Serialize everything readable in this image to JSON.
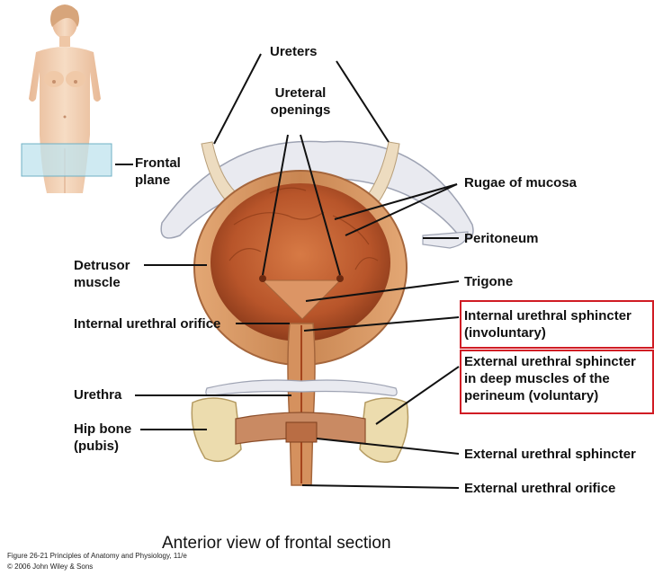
{
  "labels": {
    "ureters": "Ureters",
    "ureteral_openings": [
      "Ureteral",
      "openings"
    ],
    "frontal_plane": [
      "Frontal",
      "plane"
    ],
    "rugae": "Rugae of mucosa",
    "peritoneum": "Peritoneum",
    "detrusor": [
      "Detrusor",
      "muscle"
    ],
    "trigone": "Trigone",
    "internal_sphincter": [
      "Internal urethral sphincter",
      "(involuntary)"
    ],
    "internal_orifice": "Internal urethral orifice",
    "external_sphincter_deep": [
      "External urethral sphincter",
      "in deep muscles of the",
      "perineum (voluntary)"
    ],
    "urethra": "Urethra",
    "hip_bone": [
      "Hip bone",
      "(pubis)"
    ],
    "external_sphincter": "External urethral sphincter",
    "external_orifice": "External urethral orifice"
  },
  "caption": "Anterior view of frontal section",
  "credit": [
    "Figure 26-21  Principles of Anatomy and Physiology, 11/e",
    "© 2006 John Wiley & Sons"
  ],
  "colors": {
    "highlight": "#d01c24",
    "muscle": "#c98652",
    "lumen": "#b8552a",
    "bone": "#ecdcae",
    "peritoneum": "#e9eaf0",
    "skin": "#f1cfb2",
    "plane": "#bfe3ee"
  }
}
